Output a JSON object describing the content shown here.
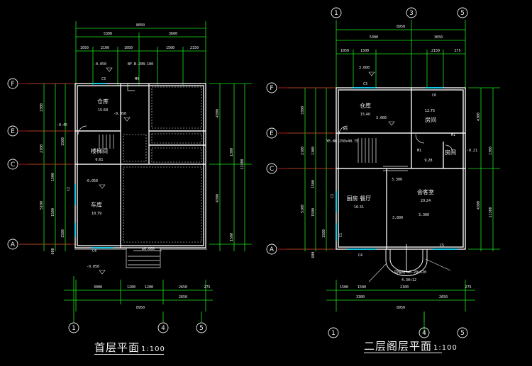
{
  "colors": {
    "background": "#000000",
    "dimension": "#19e619",
    "wall": "#f0f0f0",
    "axis_red": "#e02020",
    "window": "#19c8e6",
    "room_text": "#f0f0f0",
    "level_text": "#f0f0f0"
  },
  "plans": [
    {
      "id": "ground",
      "title": "首层平面",
      "scale": "1:100",
      "axes_bottom": [
        "1",
        "4",
        "5"
      ],
      "axes_left": [
        "F",
        "E",
        "C",
        "A"
      ],
      "dims_top": [
        "8050",
        "5300",
        "3600",
        "1050",
        "2100",
        "1050",
        "1500",
        "2150"
      ],
      "dims_bottom": [
        "3000",
        "1200",
        "1200",
        "2650",
        "2650",
        "275",
        "8950"
      ],
      "dims_left": [
        "3300",
        "2100",
        "5100",
        "1500",
        "1500",
        "1500",
        "1500",
        "600"
      ],
      "dims_right": [
        "4300",
        "1300",
        "4300",
        "1500",
        "11300"
      ],
      "rooms": [
        {
          "name": "仓库",
          "area": "15.68"
        },
        {
          "name": "楼梯间",
          "area": "6.61"
        },
        {
          "name": "车库",
          "area": "18.79"
        }
      ],
      "levels": [
        "-0.050",
        "-0.050",
        "-0.050",
        "-0.050",
        "±0.000"
      ],
      "labels": [
        "C3",
        "C4",
        "M4",
        "C2",
        "-0.45",
        "BF-B-20B-100"
      ]
    },
    {
      "id": "upper",
      "title": "二层阁层平面",
      "scale": "1:100",
      "axes_top": [
        "1",
        "3",
        "5"
      ],
      "axes_bottom": [
        "1",
        "4",
        "5"
      ],
      "axes_left": [
        "F",
        "E",
        "C",
        "A"
      ],
      "dims_top": [
        "8950",
        "5300",
        "3650",
        "1050",
        "1500",
        "2150",
        "275"
      ],
      "dims_bottom": [
        "1500",
        "1500",
        "3300",
        "2100",
        "2650",
        "275",
        "8950"
      ],
      "dims_left": [
        "3300",
        "2100",
        "1300",
        "5100",
        "1500",
        "1500",
        "1500",
        "600"
      ],
      "dims_right": [
        "4300",
        "1300",
        "4300",
        "11300"
      ],
      "rooms": [
        {
          "name": "仓库",
          "area": "15.40"
        },
        {
          "name": "房间",
          "area": "12.75"
        },
        {
          "name": "房间",
          "area": "9.28"
        },
        {
          "name": "厨房 餐厅",
          "area": "16.31"
        },
        {
          "name": "会客室",
          "area": "20.24"
        }
      ],
      "levels": [
        "3.000",
        "3.000",
        "3.300",
        "3.300",
        "-0.21",
        "3.800"
      ],
      "labels": [
        "C3",
        "C6",
        "C4",
        "C5",
        "M3",
        "M1",
        "M1",
        "C2",
        "C1",
        "同轴线-±0-20×120",
        "4.30+12",
        "YE-BB-250x40.75"
      ]
    }
  ]
}
